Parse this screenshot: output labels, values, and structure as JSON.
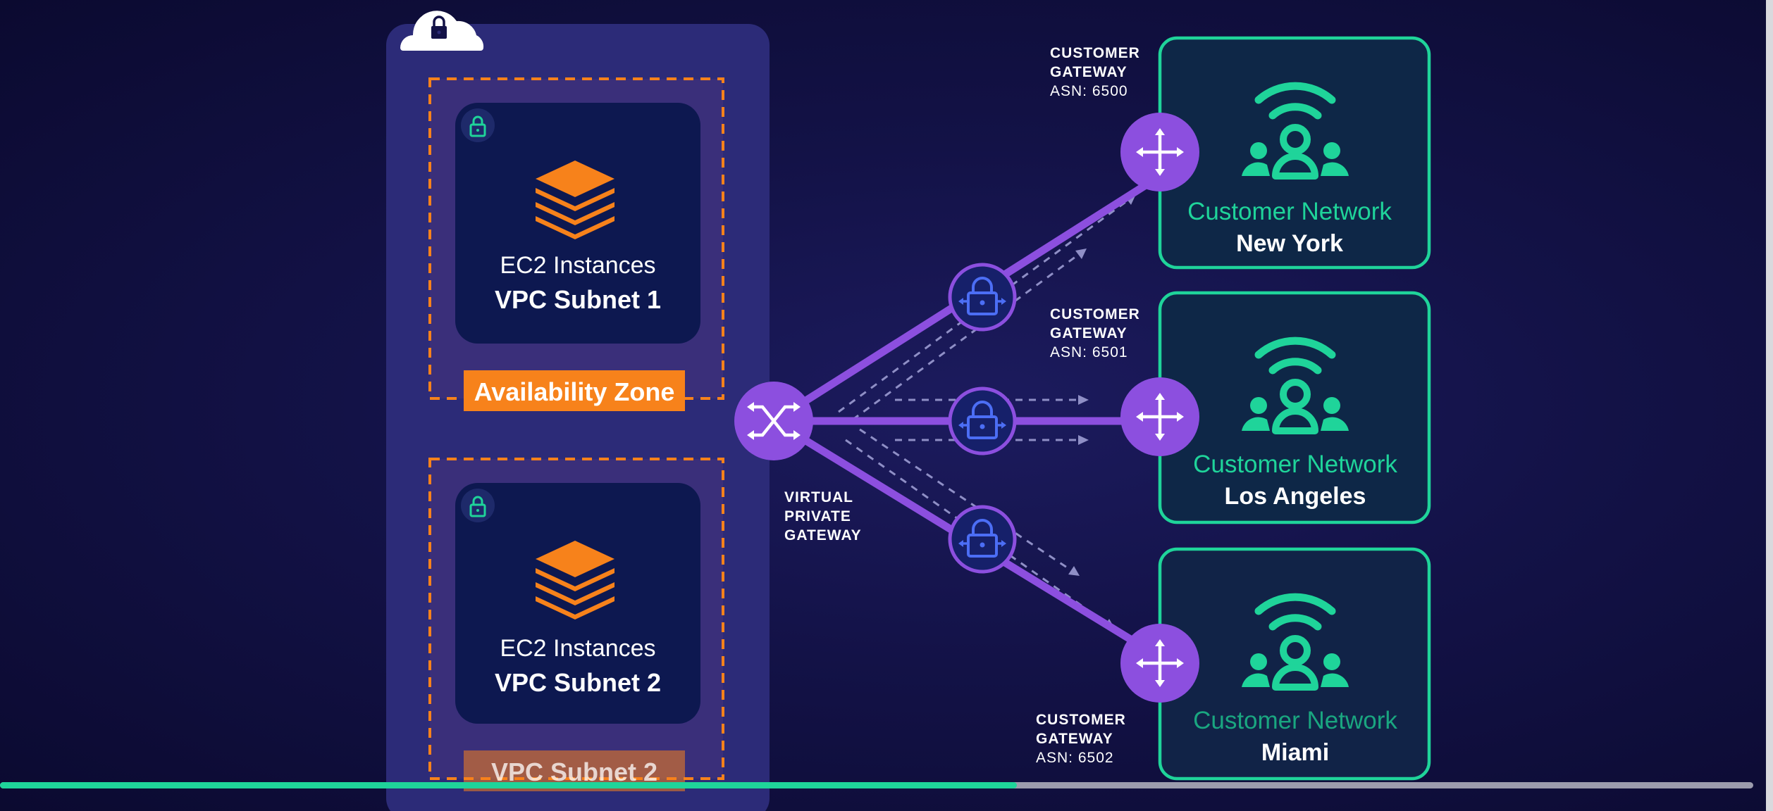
{
  "colors": {
    "accent_orange": "#f7821b",
    "accent_purple": "#8c4fdf",
    "accent_green": "#1fd49a",
    "vpn_blue": "#4c6ef5"
  },
  "icons": [
    "cloud-lock-icon",
    "lock-icon",
    "ec2-stack-icon",
    "router-icon",
    "vpn-lock-icon",
    "customer-network-icon"
  ],
  "subnets": [
    {
      "label": "EC2 Instances",
      "name": "VPC Subnet 1",
      "zone_label": "Availability Zone"
    },
    {
      "label": "EC2 Instances",
      "name": "VPC Subnet 2",
      "zone_label": "VPC Subnet 2"
    }
  ],
  "vpg_label": [
    "VIRTUAL",
    "PRIVATE",
    "GATEWAY"
  ],
  "gateways": [
    {
      "line1": "CUSTOMER",
      "line2": "GATEWAY",
      "asn": "ASN: 6500"
    },
    {
      "line1": "CUSTOMER",
      "line2": "GATEWAY",
      "asn": "ASN: 6501"
    },
    {
      "line1": "CUSTOMER",
      "line2": "GATEWAY",
      "asn": "ASN: 6502"
    }
  ],
  "networks": [
    {
      "label": "Customer Network",
      "city": "New York"
    },
    {
      "label": "Customer Network",
      "city": "Los Angeles"
    },
    {
      "label": "Customer Network",
      "city": "Miami"
    }
  ],
  "video": {
    "progress": 0.58
  }
}
